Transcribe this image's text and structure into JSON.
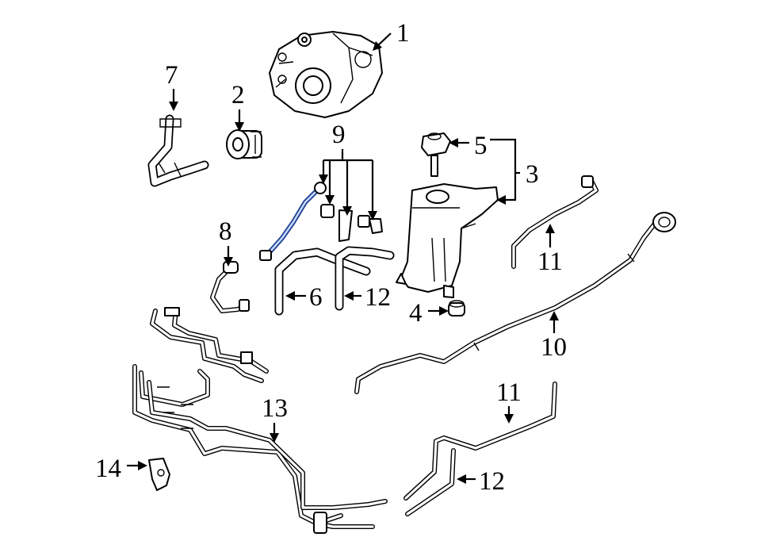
{
  "callouts": {
    "c1": "1",
    "c2": "2",
    "c3": "3",
    "c4": "4",
    "c5": "5",
    "c6": "6",
    "c7": "7",
    "c8": "8",
    "c9": "9",
    "c10": "10",
    "c11a": "11",
    "c11b": "11",
    "c12a": "12",
    "c12b": "12",
    "c13": "13",
    "c14": "14"
  },
  "colors": {
    "line": "#000000",
    "background": "#ffffff",
    "highlight_hose": "#1a3d8f"
  }
}
